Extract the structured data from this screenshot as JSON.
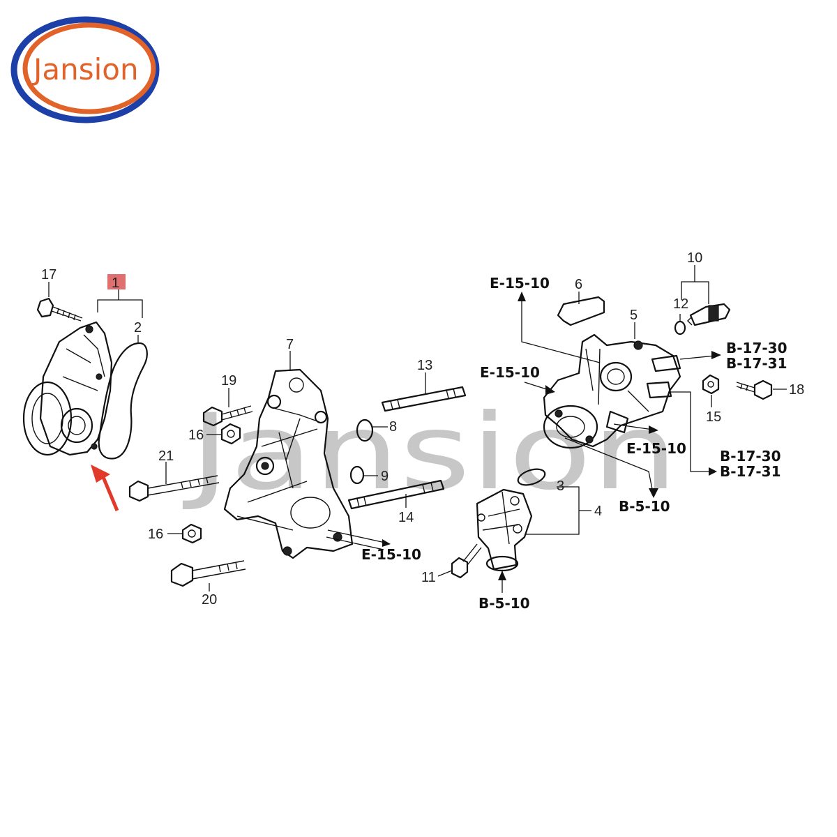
{
  "logo": {
    "text": "Jansion",
    "outer_color": "#1c3fa8",
    "inner_color": "#e2632a"
  },
  "watermark": {
    "text": "Jansion"
  },
  "highlight": {
    "color": "#e07070",
    "arrow_color": "#e23a2a"
  },
  "callouts": {
    "n1": "1",
    "n2": "2",
    "n3": "3",
    "n4": "4",
    "n5": "5",
    "n6": "6",
    "n7": "7",
    "n8": "8",
    "n9": "9",
    "n10": "10",
    "n11": "11",
    "n12": "12",
    "n13": "13",
    "n14": "14",
    "n15": "15",
    "n16a": "16",
    "n16b": "16",
    "n17": "17",
    "n18": "18",
    "n19": "19",
    "n20": "20",
    "n21": "21"
  },
  "references": {
    "e15_top": "E-15-10",
    "e15_mid": "E-15-10",
    "e15_housing": "E-15-10",
    "e15_bracket": "E-15-10",
    "b17_30_a": "B-17-30",
    "b17_31_a": "B-17-31",
    "b17_30_b": "B-17-30",
    "b17_31_b": "B-17-31",
    "b5_right": "B-5-10",
    "b5_bottom": "B-5-10"
  }
}
